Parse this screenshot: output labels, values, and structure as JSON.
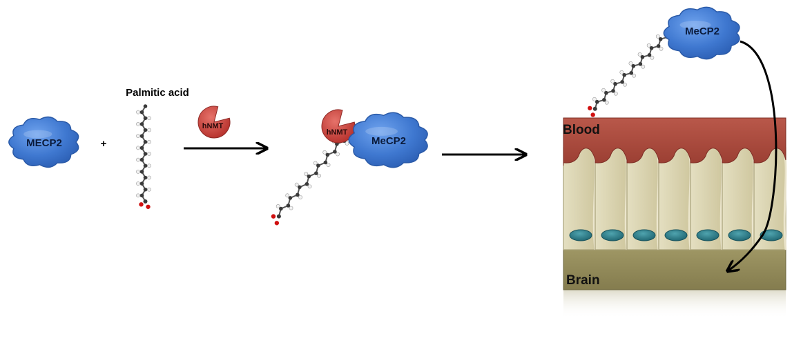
{
  "labels": {
    "mecp2_left": "MECP2",
    "plus": "+",
    "palmitic_acid": "Palmitic acid",
    "enzyme_1": "hNMT",
    "enzyme_2": "hNMT",
    "mecp2_middle": "MeCP2",
    "mecp2_right": "MeCP2",
    "blood": "Blood",
    "brain": "Brain"
  },
  "colors": {
    "protein_blue": "#3f78d0",
    "protein_outline": "#2a5aa8",
    "enzyme_red": "#c9403a",
    "blood_red": "#a9473a",
    "cell_beige": "#d8d1ad",
    "nucleus_teal": "#2a7a86",
    "brain_olive": "#8f8758",
    "carbon_gray": "#3a3a3a",
    "hydrogen_white": "#f2f2f2",
    "oxygen_red": "#d01010"
  },
  "icons": {
    "protein": "cloud-blob-icon",
    "enzyme": "pacman-enzyme-icon",
    "fatty_acid": "ball-and-stick-chain-icon",
    "arrow": "right-arrow-icon"
  }
}
